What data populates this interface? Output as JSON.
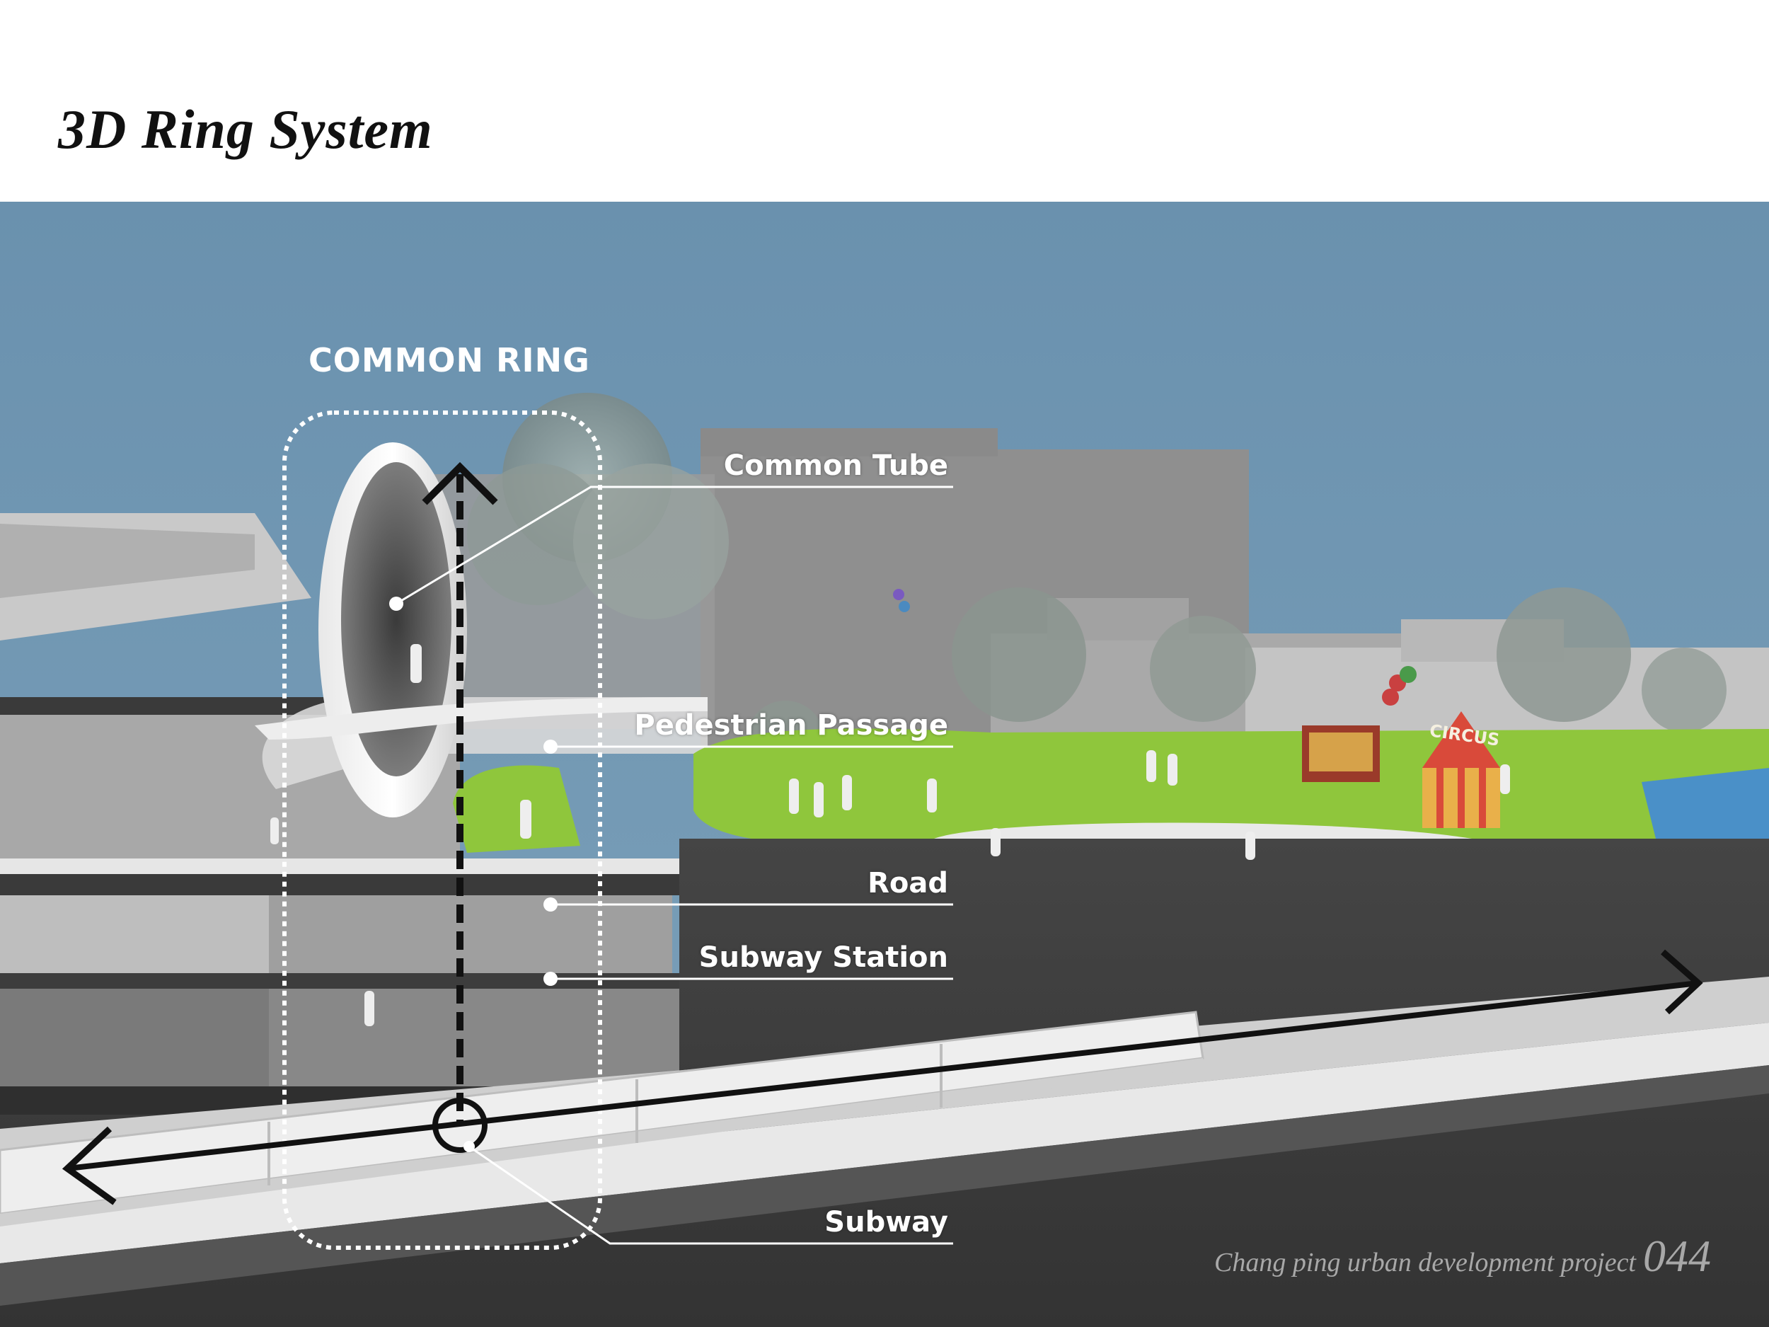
{
  "page": {
    "title": "3D Ring System",
    "footer": {
      "project": "Chang ping urban development project",
      "page_number": "044"
    }
  },
  "diagram": {
    "ring_title": "COMMON RING",
    "labels": {
      "common_tube": "Common Tube",
      "pedestrian_passage": "Pedestrian Passage",
      "road": "Road",
      "subway_station": "Subway Station",
      "subway": "Subway"
    },
    "signage": {
      "circus": "CIRCUS"
    }
  },
  "colors": {
    "sky": "#6c93b0",
    "grass": "#8fc63c",
    "ground": "#3e3e3e",
    "label": "#ffffff",
    "arrow": "#111111",
    "water": "#4a90c8"
  }
}
